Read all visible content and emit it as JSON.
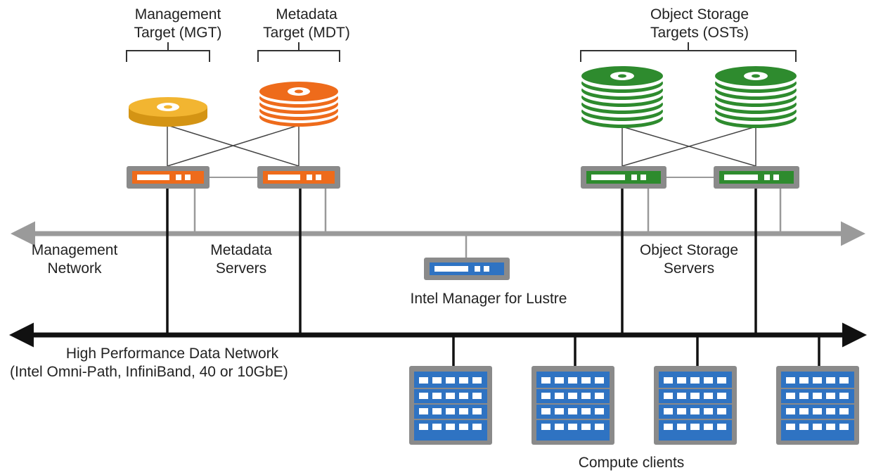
{
  "labels": {
    "mgt": [
      "Management",
      "Target (MGT)"
    ],
    "mdt": [
      "Metadata",
      "Target (MDT)"
    ],
    "ost": [
      "Object Storage",
      "Targets (OSTs)"
    ],
    "management_network": [
      "Management",
      "Network"
    ],
    "metadata_servers": [
      "Metadata",
      "Servers"
    ],
    "object_storage_servers": [
      "Object Storage",
      "Servers"
    ],
    "intel_manager": "Intel Manager for Lustre",
    "hpdn": [
      "High Performance Data Network",
      "(Intel Omni-Path, InfiniBand, 40 or 10GbE)"
    ],
    "compute_clients": "Compute clients"
  },
  "colors": {
    "mgt": "#f2b531",
    "mdt": "#ee6b1b",
    "ost": "#2e8b2e",
    "manager": "#2f73c2",
    "client": "#2f73c2",
    "frame": "#8a8a8a",
    "management_network": "#9a9a9a",
    "data_network": "#111111"
  },
  "icons": {
    "mgt": "disk-platter-icon",
    "mdt": "disk-stack-icon",
    "ost": "disk-stack-icon",
    "servers": "server-unit-icon",
    "clients": "compute-rack-icon"
  }
}
